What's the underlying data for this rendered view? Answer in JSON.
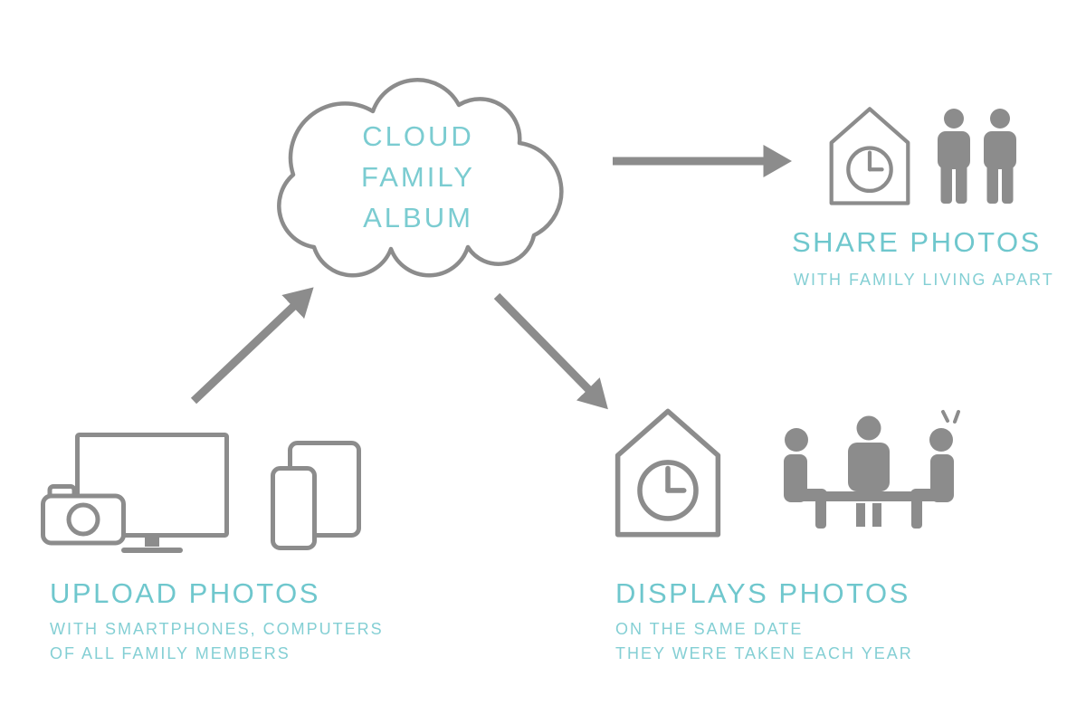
{
  "palette": {
    "icon_gray": "#8c8c8c",
    "title_teal": "#6fc7cd",
    "subtitle_teal": "#84cfd4",
    "background": "#ffffff"
  },
  "cloud": {
    "name": "CLOUD FAMILY ALBUM",
    "lines": [
      "CLOUD",
      "FAMILY",
      "ALBUM"
    ]
  },
  "flows": [
    {
      "from": "upload-devices",
      "to": "cloud-family-album",
      "direction": "up-right"
    },
    {
      "from": "cloud-family-album",
      "to": "share-photos",
      "direction": "right"
    },
    {
      "from": "cloud-family-album",
      "to": "displays-photos",
      "direction": "down-right"
    }
  ],
  "nodes": {
    "upload": {
      "title": "UPLOAD PHOTOS",
      "subtitle_lines": [
        "WITH SMARTPHONES, COMPUTERS",
        "OF ALL FAMILY MEMBERS"
      ],
      "icons": [
        "camera",
        "desktop-monitor",
        "tablet",
        "smartphone"
      ]
    },
    "share": {
      "title": "SHARE PHOTOS",
      "subtitle_lines": [
        "WITH FAMILY LIVING APART"
      ],
      "icons": [
        "house-clock",
        "two-family-members"
      ]
    },
    "displays": {
      "title": "DISPLAYS PHOTOS",
      "subtitle_lines": [
        "ON THE SAME DATE",
        "THEY WERE TAKEN EACH YEAR"
      ],
      "icons": [
        "house-clock",
        "family-around-table"
      ]
    }
  }
}
